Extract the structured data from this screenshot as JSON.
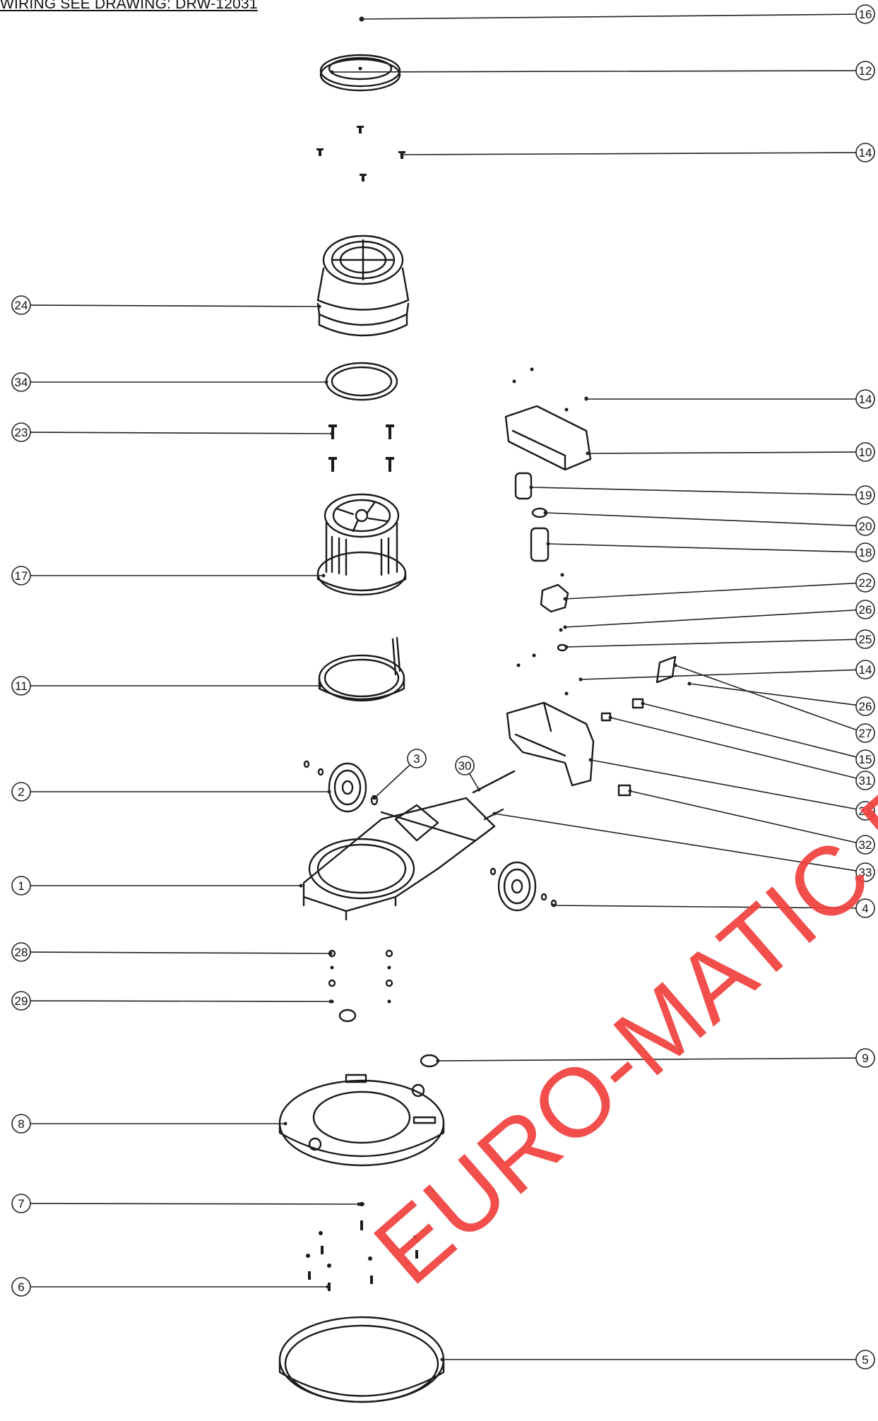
{
  "header": {
    "note": "WIRING SEE DRAWING: DRW-12031"
  },
  "watermark": {
    "text": "EURO-MATIC.PL",
    "color": "#f0413f"
  },
  "callouts": [
    "16",
    "12",
    "14",
    "24",
    "34",
    "14",
    "23",
    "10",
    "19",
    "20",
    "18",
    "17",
    "22",
    "26",
    "25",
    "11",
    "14",
    "26",
    "27",
    "15",
    "3",
    "30",
    "2",
    "31",
    "21",
    "32",
    "33",
    "1",
    "4",
    "28",
    "29",
    "9",
    "8",
    "7",
    "6",
    "5"
  ]
}
